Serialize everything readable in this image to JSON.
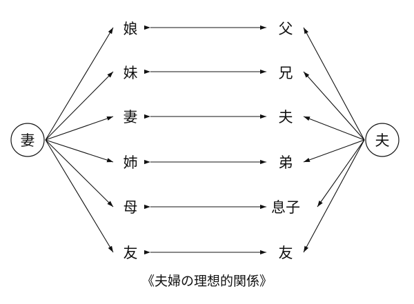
{
  "wife_hub": {
    "label": "妻"
  },
  "husband_hub": {
    "label": "夫"
  },
  "pairs": [
    {
      "wife_side": "娘",
      "husband_side": "父"
    },
    {
      "wife_side": "妹",
      "husband_side": "兄"
    },
    {
      "wife_side": "妻",
      "husband_side": "夫"
    },
    {
      "wife_side": "姉",
      "husband_side": "弟"
    },
    {
      "wife_side": "母",
      "husband_side": "息子"
    },
    {
      "wife_side": "友",
      "husband_side": "友"
    }
  ],
  "caption": "《夫婦の理想的関係》",
  "colors": {
    "line": "#111111",
    "text": "#111111",
    "background": "#ffffff"
  }
}
